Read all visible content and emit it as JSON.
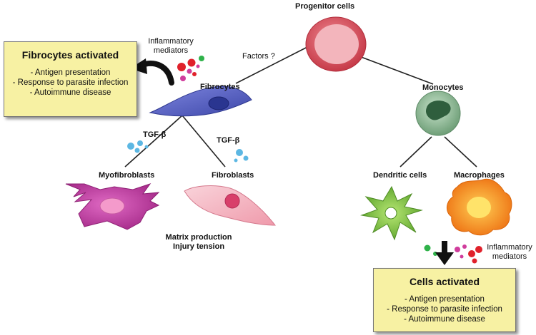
{
  "colors": {
    "box_fill": "#f7f1a3",
    "progenitor": "#d9505e",
    "fibrocyte": "#5a63c8",
    "myofibroblast": "#c43aa6",
    "fibroblast": "#f3b2be",
    "monocyte": "#7fae86",
    "dendritic": "#8ecf4a",
    "macrophage": "#f28a1c",
    "mediator_red": "#e0212b",
    "mediator_pink": "#d03c9c",
    "mediator_green": "#2fb24a",
    "tgf_beta": "#5cb7e3"
  },
  "labels": {
    "progenitor": "Progenitor cells",
    "factors": "Factors ?",
    "fibrocytes": "Fibrocytes",
    "monocytes": "Monocytes",
    "tgf_left": "TGF-β",
    "tgf_right": "TGF-β",
    "myofibroblasts": "Myofibroblasts",
    "fibroblasts": "Fibroblasts",
    "dendritic": "Dendritic cells",
    "macrophages": "Macrophages",
    "matrix_line1": "Matrix production",
    "matrix_line2": "Injury tension",
    "infl_top_line1": "Inflammatory",
    "infl_top_line2": "mediators",
    "infl_bottom_line1": "Inflammatory",
    "infl_bottom_line2": "mediators"
  },
  "boxes": {
    "fibrocytes_activated": {
      "title": "Fibrocytes activated",
      "items": [
        "- Antigen presentation",
        "- Response to parasite infection",
        "- Autoimmune disease"
      ]
    },
    "cells_activated": {
      "title": "Cells activated",
      "items": [
        "- Antigen presentation",
        "- Response to parasite infection",
        "- Autoimmune disease"
      ]
    }
  },
  "icons": {
    "activation_arrow_top": "curved-arrow-icon",
    "activation_arrow_bottom": "down-arrow-icon"
  }
}
